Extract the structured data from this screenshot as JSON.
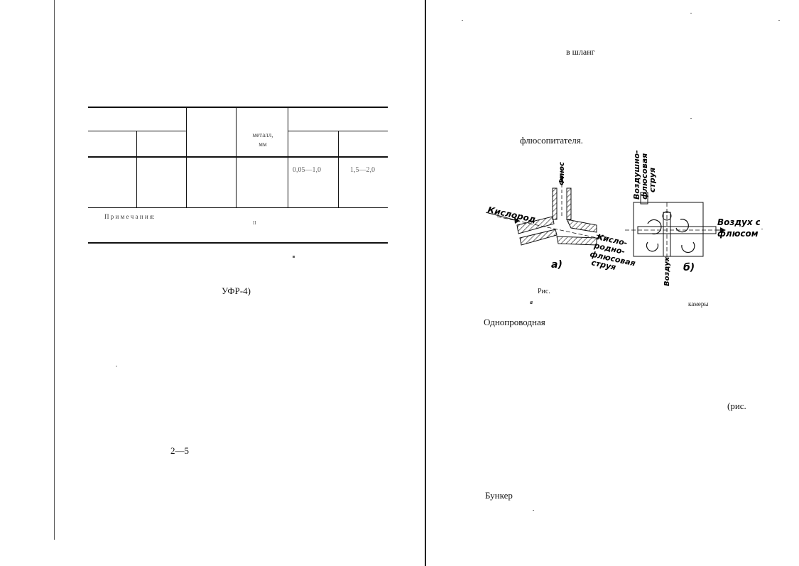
{
  "left_page": {
    "table": {
      "header_metal_label": "металл,",
      "header_unit": "мм",
      "cell_range_1": "0,05—1,0",
      "cell_range_2": "1,5—2,0",
      "notes_label": "П р и м е ч а н и я:",
      "notes_mark": "II"
    },
    "caption_ufr": "УФР-4)",
    "footer_range": "2—5"
  },
  "right_page": {
    "hose_text": "в шланг",
    "flux_feeder_text": "флюсопитателя.",
    "figure": {
      "label_flux": "Флюс",
      "label_oxygen": "Кислород",
      "label_oxygen_flux_jet": [
        "Кисло-",
        "родно-",
        "флюсовая",
        "струя"
      ],
      "label_air_flux_jet": [
        "Воздушно-",
        "флюсовая",
        "струя"
      ],
      "label_air_with": "Воздух с",
      "label_with_flux": "флюсом",
      "label_air": "Воздух",
      "sub_a": "а)",
      "sub_b": "б)"
    },
    "fig_caption": "Рис.",
    "fig_caption_a": "а",
    "fig_caption_chamber": "камеры",
    "single_wire": "Однопроводная",
    "ref_fig": "(рис.",
    "bunker": "Бункер"
  }
}
